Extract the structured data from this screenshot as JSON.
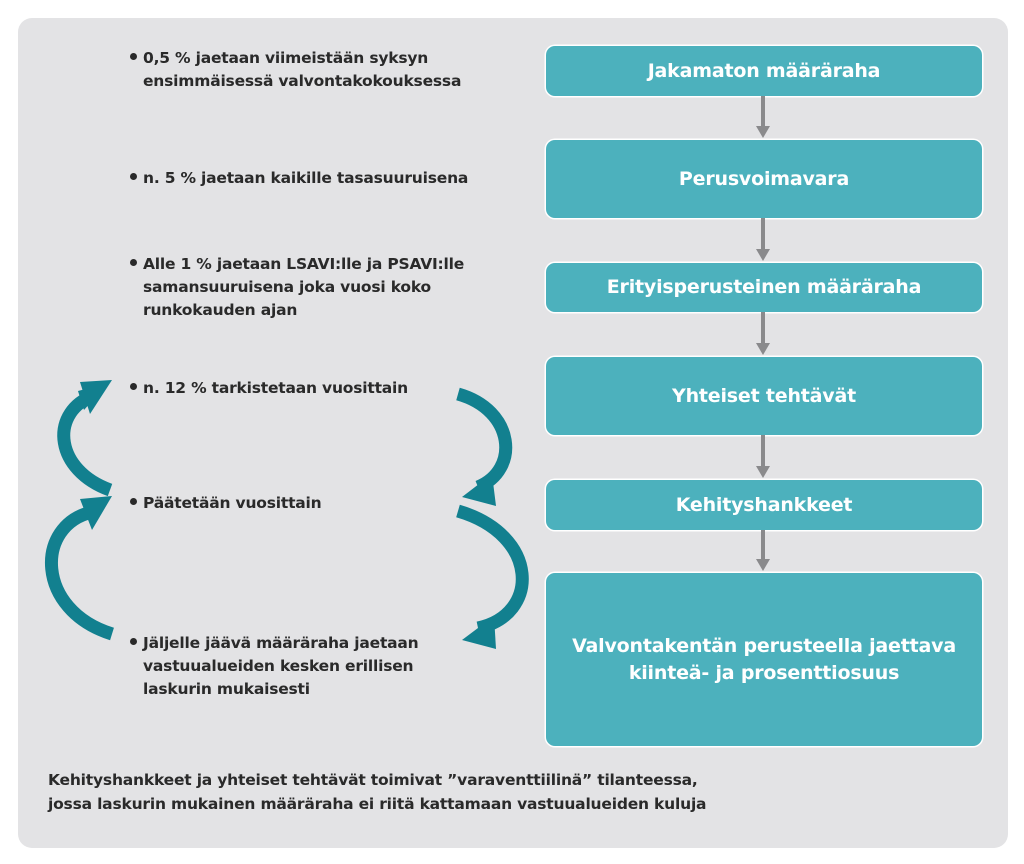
{
  "bullets": [
    {
      "lines": [
        "0,5 % jaetaan viimeistään syksyn",
        "ensimmäisessä valvontakokouksessa"
      ]
    },
    {
      "lines": [
        "n. 5 % jaetaan kaikille tasasuuruisena"
      ]
    },
    {
      "lines": [
        "Alle 1 % jaetaan LSAVI:lle ja PSAVI:lle",
        "samansuuruisena joka vuosi koko",
        "runkokauden ajan"
      ]
    },
    {
      "lines": [
        "n. 12 % tarkistetaan vuosittain"
      ]
    },
    {
      "lines": [
        "Päätetään vuosittain"
      ]
    },
    {
      "lines": [
        "Jäljelle jäävä määräraha jaetaan",
        "vastuualueiden kesken erillisen",
        "laskurin mukaisesti"
      ]
    }
  ],
  "boxes": [
    {
      "lines": [
        "Jakamaton määräraha"
      ]
    },
    {
      "lines": [
        "Perusvoimavara"
      ]
    },
    {
      "lines": [
        "Erityisperusteinen määräraha"
      ]
    },
    {
      "lines": [
        "Yhteiset tehtävät"
      ]
    },
    {
      "lines": [
        "Kehityshankkeet"
      ]
    },
    {
      "lines": [
        "Valvontakentän perusteella jaettava",
        "kiinteä- ja prosenttiosuus"
      ]
    }
  ],
  "footnote": {
    "lines": [
      "Kehityshankkeet ja yhteiset tehtävät toimivat ”varaventtiilinä” tilanteessa,",
      "jossa laskurin mukainen määräraha ei riitä kattamaan vastuualueiden kuluja"
    ]
  },
  "colors": {
    "box": "#4cb1bd",
    "cycle_arrow": "#12808f",
    "down_arrow": "#8a8a8c",
    "panel": "#e3e3e5",
    "text": "#2a2a2a"
  }
}
